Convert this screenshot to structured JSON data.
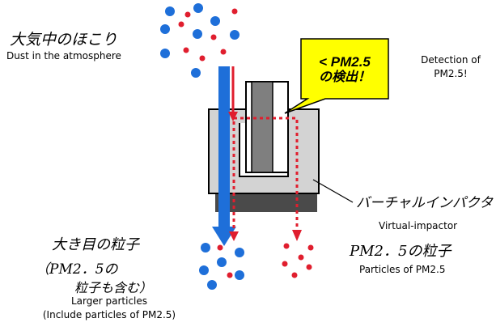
{
  "labels": {
    "dust_jp": "大気中のほこり",
    "dust_en": "Dust in the atmosphere",
    "callout_line1": "< PM2.5",
    "callout_line2": "の検出！",
    "detection_line1": "Detection of",
    "detection_line2": "PM2.5!",
    "impactor_jp": "バーチャルインパクタ",
    "impactor_en": "Virtual-impactor",
    "larger_jp_line1": "大き目の粒子",
    "larger_jp_line2": "（PM2．5の",
    "larger_jp_line3": "粒子も含む）",
    "larger_en_line1": "Larger particles",
    "larger_en_line2": "(Include particles of PM2.5)",
    "pm_jp": "PM2．5の粒子",
    "pm_en": "Particles of PM2.5"
  },
  "colors": {
    "large_particle": "#1e6fd9",
    "small_particle": "#e01e2e",
    "flow_large": "#1e6fd9",
    "flow_small": "#e01e2e",
    "callout_fill": "#ffff00",
    "impactor_body": "#d3d3d3",
    "impactor_base": "#4a4a4a",
    "nozzle": "#7f7f7f"
  }
}
